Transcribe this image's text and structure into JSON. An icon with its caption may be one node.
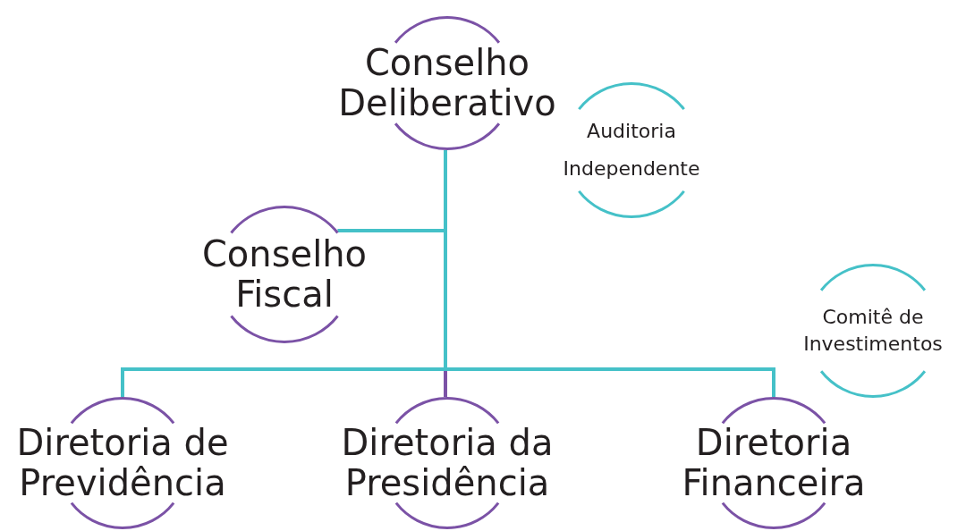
{
  "diagram": {
    "nodes": [
      {
        "text": [
          "Conselho Deliberativo"
        ]
      },
      {
        "text": [
          "Auditoria Independente"
        ]
      },
      {
        "text": [
          "Conselho Fiscal"
        ]
      },
      {
        "text": [
          "Comitê de Investimentos"
        ]
      },
      {
        "text": [
          "Diretoria de Previdência"
        ]
      },
      {
        "text": [
          "Diretoria da Presidência"
        ]
      },
      {
        "text": [
          "Diretoria Financeira"
        ]
      }
    ],
    "edges": [
      {
        "from": 0,
        "to": 2,
        "arrow": "none"
      },
      {
        "from": 0,
        "to": 4,
        "arrow": "none"
      },
      {
        "from": 0,
        "to": 5,
        "arrow": "none",
        "color": "#7b52a6"
      },
      {
        "from": 0,
        "to": 6,
        "arrow": "none"
      }
    ]
  }
}
